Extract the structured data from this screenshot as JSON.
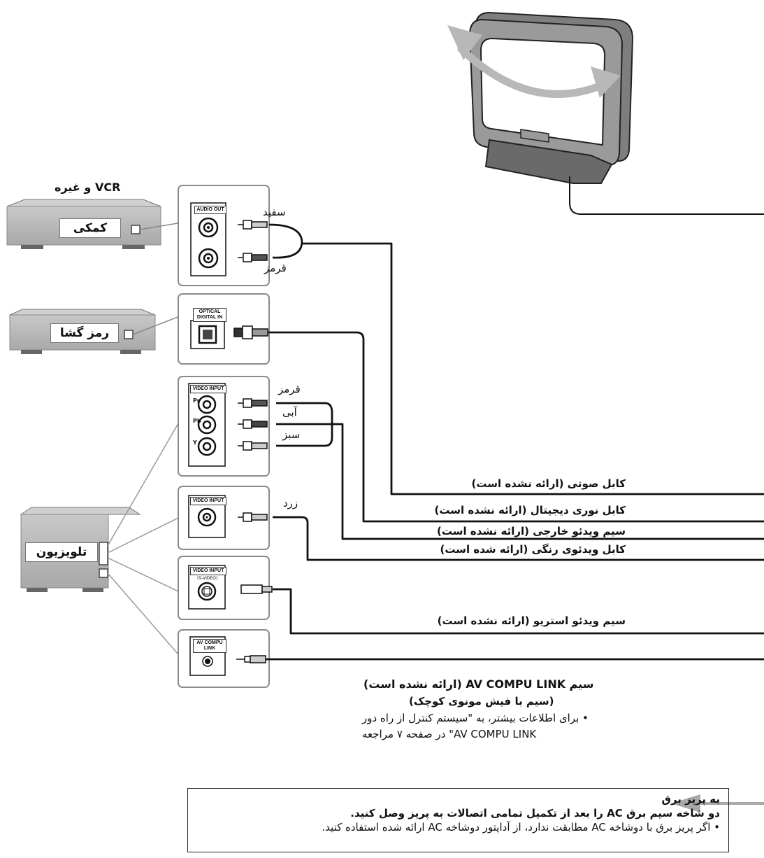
{
  "devices": {
    "vcr_group_label": "VCR و غیره",
    "vcr_label": "کمکی",
    "decoder_label": "رمز گشا",
    "tv_label": "تلویزیون"
  },
  "jack_panels": {
    "audio_out": "AUDIO OUT",
    "optical_digital_in": "OPTICAL DIGITAL IN",
    "video_input_component": "VIDEO INPUT",
    "component_pr": "Pr",
    "component_pb": "Pb",
    "component_y": "Y",
    "video_input_composite": "VIDEO INPUT",
    "video_input_svideo": "VIDEO INPUT",
    "svideo_sublabel": "(S-VIDEO)",
    "av_compu_link": "AV COMPU LINK"
  },
  "plug_colors": {
    "white": "سفید",
    "red": "قرمز",
    "red_component": "قرمز",
    "blue": "آبی",
    "green": "سبز",
    "yellow": "زرد"
  },
  "cables": {
    "audio": "کابل صوتی (ارائه نشده است)",
    "optical": "کابل نوری دیجیتال (ارائه نشده است)",
    "composite": "سیم ویدئو خارجی (ارائه نشده است)",
    "component": "کابل ویدئوی رنگی (ارائه شده است)",
    "svideo": "سیم ویدئو استریو (ارائه نشده است)",
    "compu_link_title": "سیم AV COMPU LINK (ارائه نشده است)",
    "compu_link_sub": "(سیم با فیش مونوی کوچک)",
    "compu_link_note_line1": "• برای اطلاعات بیشتر، به \"سیستم کنترل از راه دور",
    "compu_link_note_line2": "AV COMPU LINK\" در صفحه ۷ مراجعه"
  },
  "power_note": {
    "title": "به پریز برق",
    "line1": "دو شاخه سیم برق AC را بعد از تکمیل تمامی اتصالات به پریز وصل کنید.",
    "line2": "• اگر پریز برق با دوشاخه AC مطابقت ندارد، از آداپتور دوشاخه AC ارائه شده استفاده کنید."
  },
  "colors": {
    "device_gray": "#b4b4b4",
    "panel_border": "#8a8a8a",
    "antenna_dark": "#8c8c8c",
    "arrow_gray": "#a8a8a8"
  }
}
